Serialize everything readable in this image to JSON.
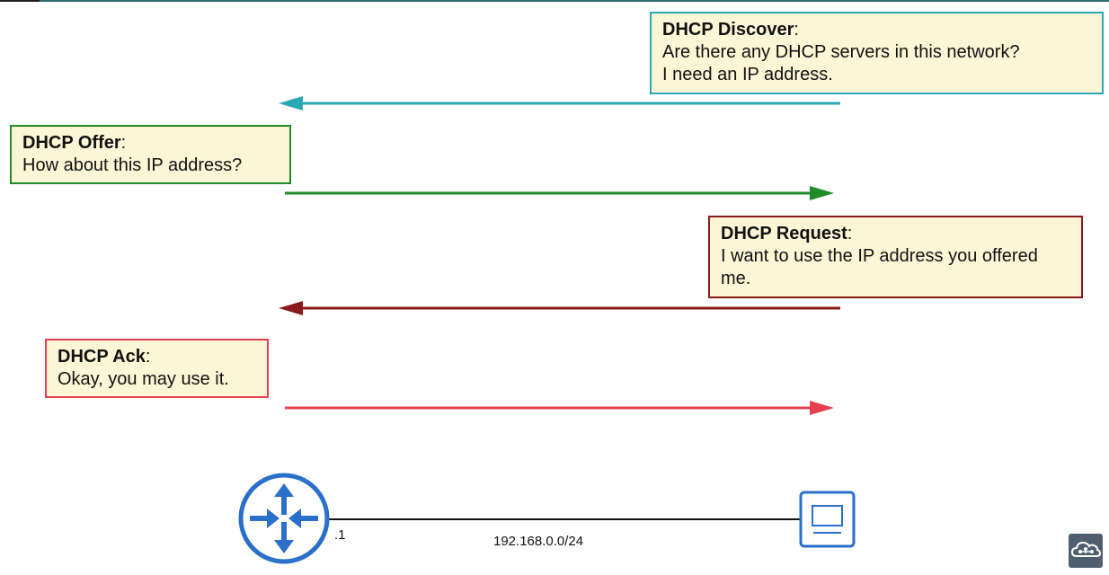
{
  "messages": {
    "discover": {
      "title": "DHCP Discover",
      "colon": ":",
      "lines": [
        "Are there any DHCP servers in this network?",
        "I need an IP address."
      ],
      "color": "#2aa9b4"
    },
    "offer": {
      "title": "DHCP Offer",
      "colon": ":",
      "lines": [
        "How about this IP address?"
      ],
      "color": "#228b2a"
    },
    "request": {
      "title": "DHCP Request",
      "colon": ":",
      "lines": [
        "I want to use the IP address you offered me."
      ],
      "color": "#8b1a1a"
    },
    "ack": {
      "title": "DHCP Ack",
      "colon": ":",
      "lines": [
        "Okay, you may use it."
      ],
      "color": "#e5404f"
    }
  },
  "network": {
    "router_ip": ".1",
    "subnet": "192.168.0.0/24"
  },
  "icons": {
    "router": "router-icon",
    "pc": "pc-icon",
    "logo": "cloud-network-logo-icon"
  },
  "colors": {
    "device_blue": "#2a6fc9",
    "box_fill": "#fdf6d6"
  }
}
